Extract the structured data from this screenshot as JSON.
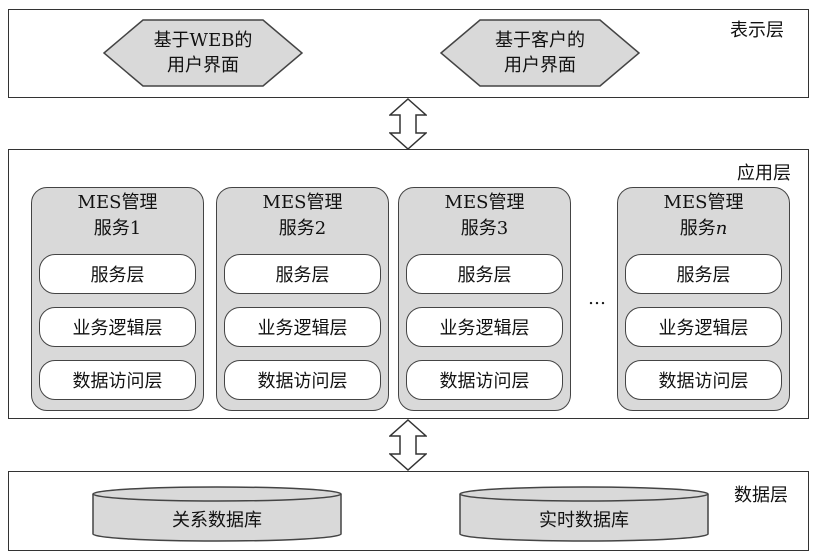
{
  "presentation_layer": {
    "label": "表示层",
    "web_ui": [
      "基于WEB的",
      "用户界面"
    ],
    "client_ui": [
      "基于客户的",
      "用户界面"
    ]
  },
  "application_layer": {
    "label": "应用层",
    "services": [
      {
        "title_prefix": "MES管理",
        "title_line2": "服务",
        "number": "1",
        "sublayers": [
          "服务层",
          "业务逻辑层",
          "数据访问层"
        ]
      },
      {
        "title_prefix": "MES管理",
        "title_line2": "服务",
        "number": "2",
        "sublayers": [
          "服务层",
          "业务逻辑层",
          "数据访问层"
        ]
      },
      {
        "title_prefix": "MES管理",
        "title_line2": "服务",
        "number": "3",
        "sublayers": [
          "服务层",
          "业务逻辑层",
          "数据访问层"
        ]
      },
      {
        "title_prefix": "MES管理",
        "title_line2": "服务",
        "number": "n",
        "sublayers": [
          "服务层",
          "业务逻辑层",
          "数据访问层"
        ]
      }
    ],
    "ellipsis": "…"
  },
  "data_layer": {
    "label": "数据层",
    "relational_db": "关系数据库",
    "realtime_db": "实时数据库"
  }
}
